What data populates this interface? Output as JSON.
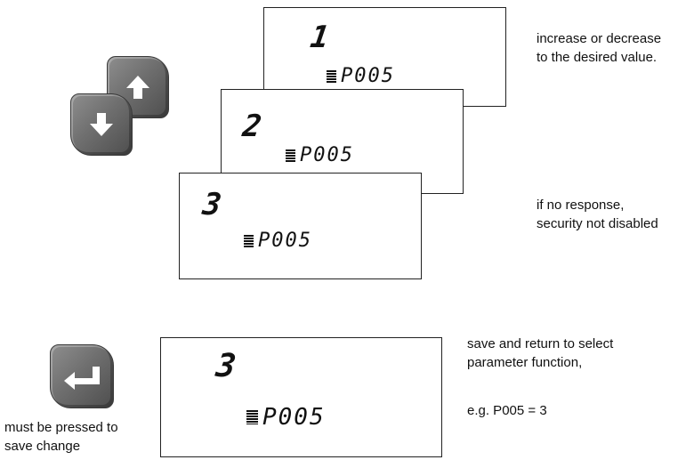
{
  "screens": [
    {
      "value": "1",
      "param": "P005"
    },
    {
      "value": "2",
      "param": "P005"
    },
    {
      "value": "3",
      "param": "P005"
    },
    {
      "value": "3",
      "param": "P005"
    }
  ],
  "notes": {
    "adjust_line1": "increase or decrease",
    "adjust_line2": "to the desired value.",
    "security_line1": "if no response,",
    "security_line2": "security not disabled",
    "save_line1": "save and return to select",
    "save_line2": "parameter function,",
    "example": "e.g. P005 = 3",
    "enter_line1": "must be pressed to",
    "enter_line2": "save change"
  },
  "keys": {
    "up": "up-arrow-icon",
    "down": "down-arrow-icon",
    "enter": "enter-icon"
  },
  "colors": {
    "key_fill": "#6f6f6f",
    "icon": "#ffffff",
    "border": "#222222"
  }
}
